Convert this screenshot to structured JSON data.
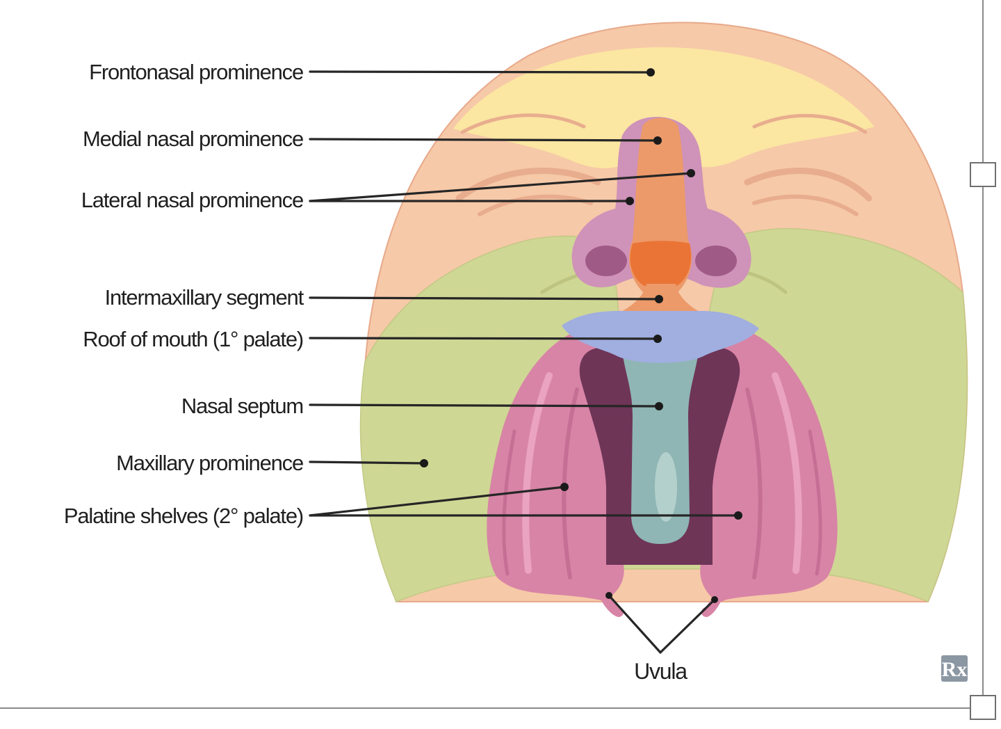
{
  "labels": {
    "frontonasal": "Frontonasal prominence",
    "medial_nasal": "Medial nasal prominence",
    "lateral_nasal": "Lateral nasal prominence",
    "intermaxillary": "Intermaxillary segment",
    "roof_of_mouth": "Roof of mouth (1° palate)",
    "nasal_septum": "Nasal septum",
    "maxillary": "Maxillary prominence",
    "palatine_shelves": "Palatine shelves (2° palate)",
    "uvula": "Uvula"
  },
  "logo": {
    "text": "Rx",
    "icon": "rx-logo-icon"
  },
  "colors": {
    "face": "#f6c9a8",
    "frontonasal": "#fbe6a2",
    "maxillary": "#cfd794",
    "nose_lateral": "#cf92b8",
    "medial_nasal": "#ec9a6a",
    "intermaxillary": "#ea7436",
    "primary_palate": "#a0aee0",
    "palatine_shelves": "#d884a6",
    "oral_cavity": "#6e3557",
    "nasal_septum": "#8fb6b4"
  }
}
